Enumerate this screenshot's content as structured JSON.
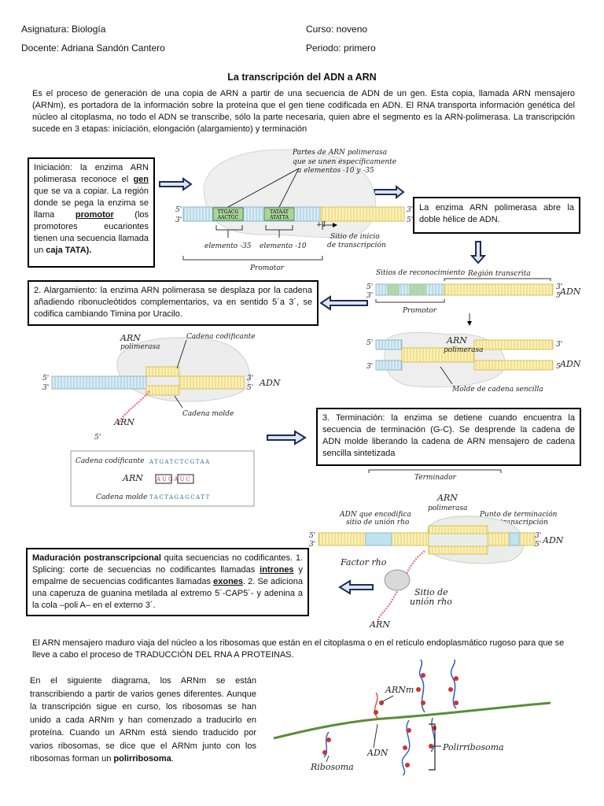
{
  "header": {
    "subject": "Asignatura: Biología",
    "course": "Curso: noveno",
    "teacher": "Docente: Adriana Sandón Cantero",
    "period": "Periodo: primero"
  },
  "title": "La transcripción  del ADN a ARN",
  "intro": "Es el proceso de generación de una copia de ARN a partir de una secuencia de ADN de un gen. Esta copia, llamada ARN mensajero (ARNm), es portadora de la información sobre la proteína que el gen tiene codificada en ADN.  El RNA transporta información genética del núcleo al citoplasma, no todo el ADN se transcribe, sólo la parte necesaria, quien abre el segmento es la ARN-polimerasa. La transcripción sucede en 3 etapas: iniciación, elongación (alargamiento) y terminación",
  "box_iniciacion": {
    "p1": "Iniciación: la enzima ARN polimerasa reconoce el ",
    "gen": "gen",
    "p2": " que se va a copiar. La región donde se pega la enzima se llama ",
    "promotor": "promotor",
    "p3": " (los promotores eucariontes tienen una secuencia llamada un ",
    "tata": "caja TATA).",
    "p4": ""
  },
  "box_abre": "La enzima ARN polimerasa abre la doble hélice de ADN.",
  "box_alargamiento": "2. Alargamiento: la enzima ARN polimerasa se desplaza por la cadena añadiendo ribonucleótidos complementarios, va en sentido 5´a 3´, se codifica cambiando Timina por Uracilo.",
  "box_terminacion": "3. Terminación: la enzima se detiene cuando encuentra la secuencia de terminación (G-C). Se desprende la cadena de ADN molde liberando la cadena de ARN mensajero de cadena sencilla sintetizada",
  "box_maduracion": {
    "lead": "Maduración postranscripcional",
    "p1": " quita secuencias no codificantes. 1. Splicing: corte de secuencias no codificantes llamadas ",
    "intrones": "intrones",
    "p2": " y empalme de secuencias codificantes llamadas ",
    "exones": "exones",
    "p3": ". 2. Se adiciona una caperuza de guanina metilada al extremo 5´-CAP5´- y adenina a la cola –poli A– en el externo 3´."
  },
  "para_traduccion": "El ARN mensajero maduro viaja del núcleo a los ribosomas que están en el citoplasma o en el retículo endoplasmático rugoso para que se lleve a cabo el proceso de TRADUCCIÓN DEL RNA A PROTEINAS.",
  "para_polirribosoma": {
    "p1": "En el siguiente diagrama, los ARNm se están transcribiendo a partir de varios genes diferentes. Aunque la transcripción sigue en curso, los ribosomas se han unido a cada ARNm y han comenzado a traducirlo en proteína. Cuando un ARNm está siendo traducido por varios ribosomas, se dice que el ARNm junto con los ribosomas forman un ",
    "bold": "polirribosoma",
    "p2": "."
  },
  "diagram1": {
    "title": "Partes de ARN polimerasa",
    "subtitle1": "que se unen específicamente",
    "subtitle2": "a elementos -10 y -35",
    "seq1a": "TTGACG",
    "seq1b": "AACTGC",
    "seq2a": "TATAAT",
    "seq2b": "ATATTA",
    "five": "5'",
    "three": "3'",
    "plus1": "+1",
    "el35": "elemento -35",
    "el10": "elemento -10",
    "sitio1": "Sitio de inicio",
    "sitio2": "de transcripción",
    "promotor": "Promotor"
  },
  "diagram2": {
    "sitios": "Sitios de reconocimiento",
    "region": "Región transcrita",
    "promotor": "Promotor",
    "adn": "ADN",
    "arn": "ARN",
    "polimerasa": "polimerasa",
    "molde": "Molde de cadena sencilla"
  },
  "diagram3": {
    "arn": "ARN",
    "polimerasa": "polimerasa",
    "codificante": "Cadena codificante",
    "molde": "Cadena molde",
    "adn": "ADN",
    "arn_tail": "ARN"
  },
  "diagram4": {
    "codificante": "Cadena codificante",
    "codificante_seq": "ATGATCTCGTAA",
    "arn": "ARN",
    "arn_seq": "AUGAUC",
    "molde": "Cadena molde",
    "molde_seq": "TACTAGAGCATT"
  },
  "diagram5": {
    "terminador": "Terminador",
    "arn": "ARN",
    "polimerasa": "polimerasa",
    "adn_code1": "ADN que encodifica",
    "adn_code2": "sitio de unión rho",
    "punto1": "Punto de terminación",
    "punto2": "de transcripción",
    "adn": "ADN",
    "rho": "Factor rho",
    "sitio1": "Sitio de",
    "sitio2": "unión rho",
    "arn_bottom": "ARN"
  },
  "diagram6": {
    "arnm": "ARNm",
    "ribosoma": "Ribosoma",
    "adn": "ADN",
    "poli": "Polirribosoma"
  }
}
